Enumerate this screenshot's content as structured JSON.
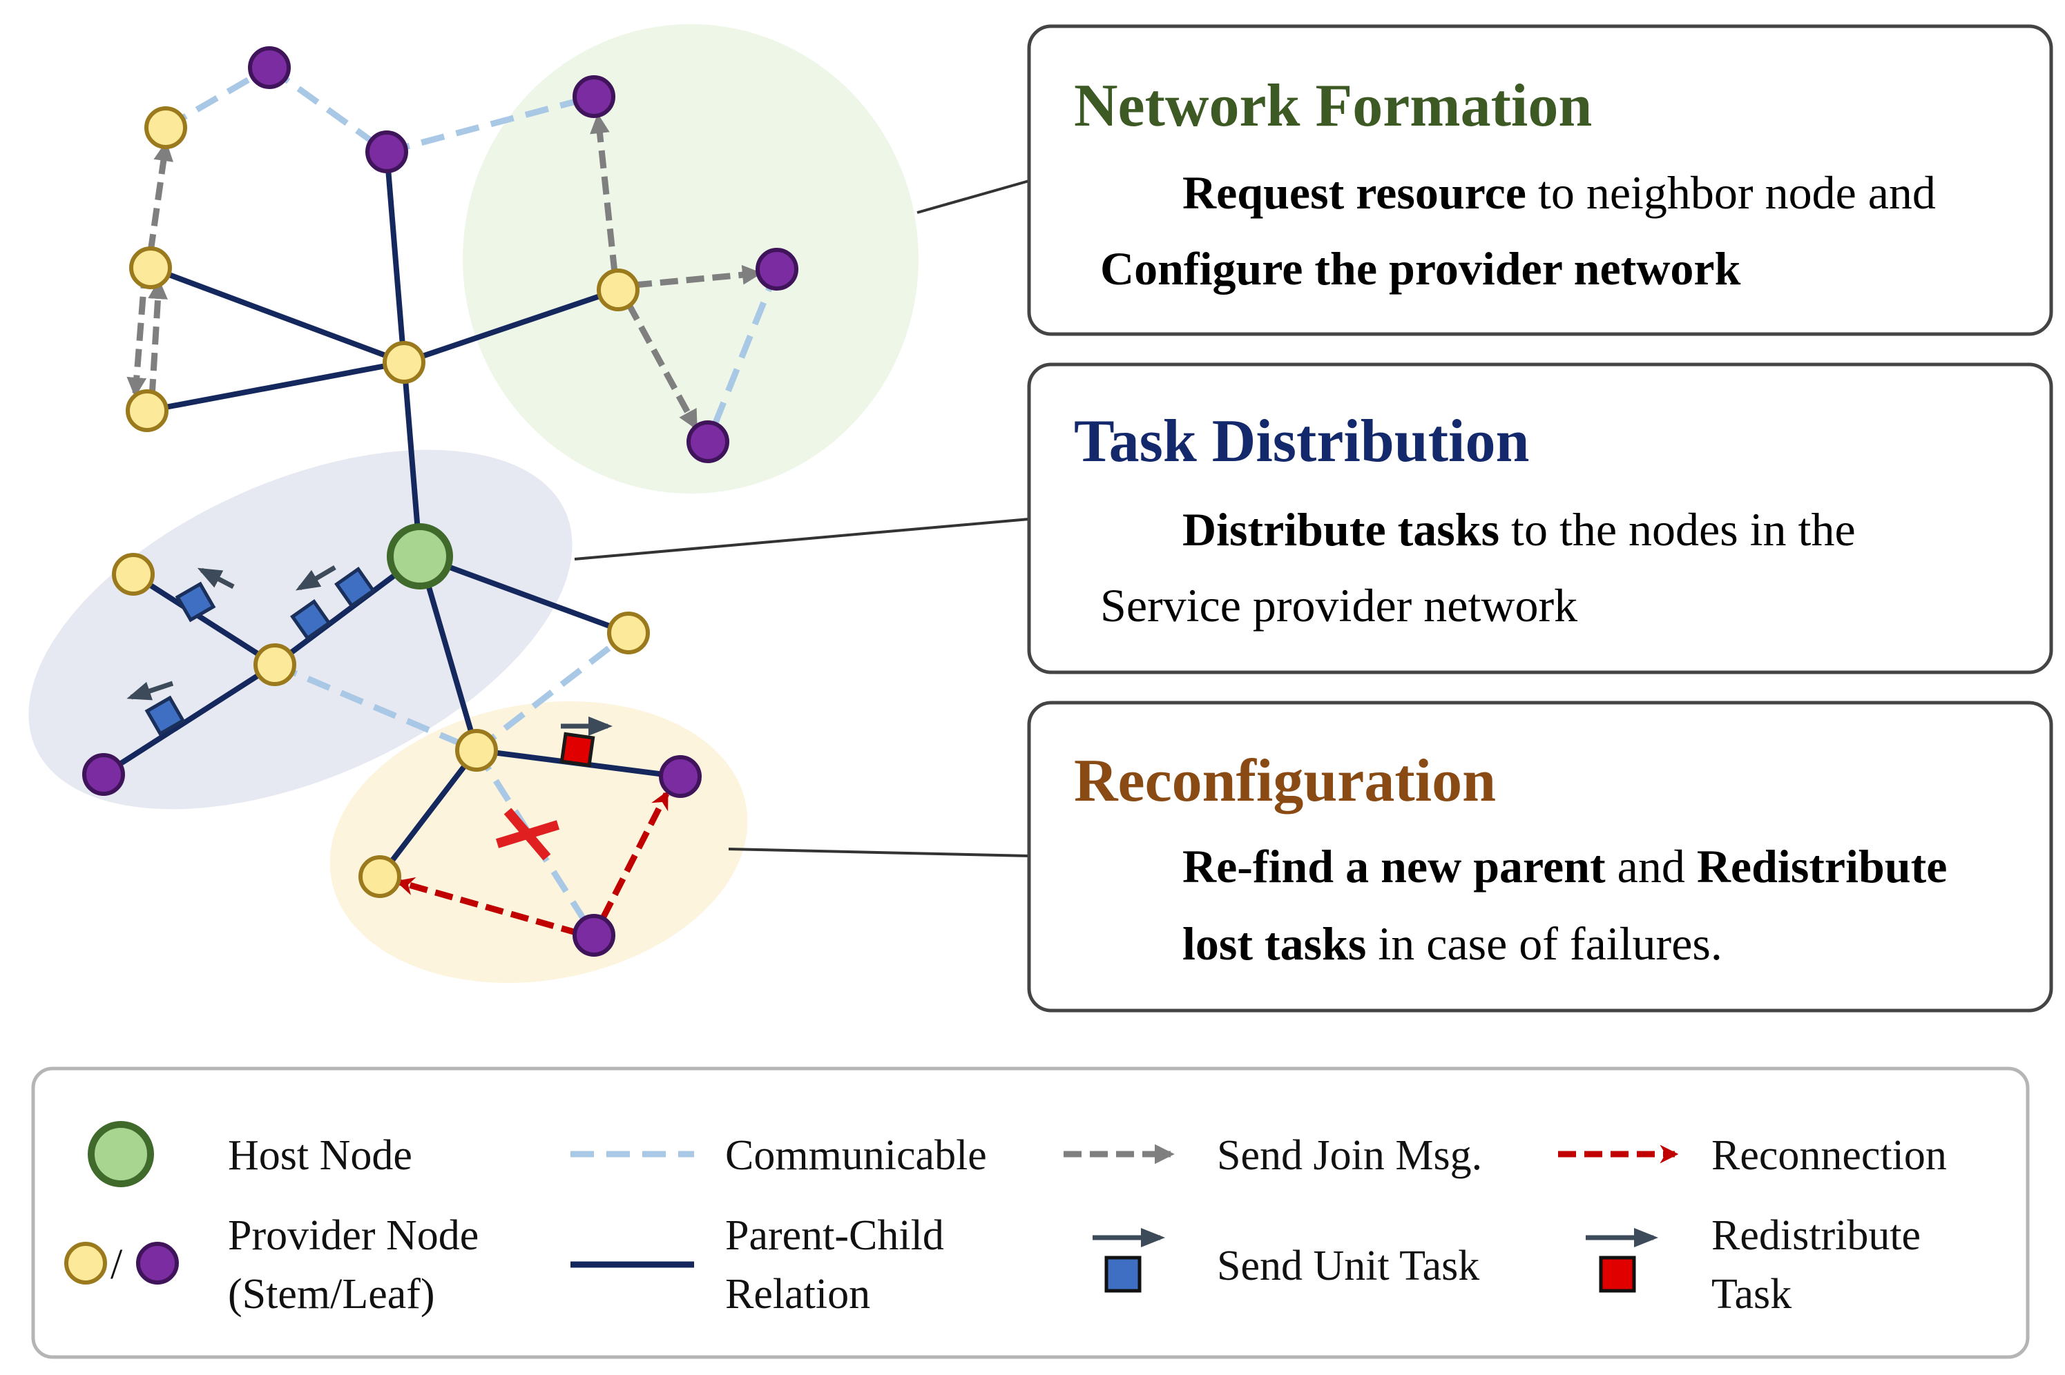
{
  "panels": {
    "network_formation": {
      "title": "Network Formation",
      "title_color": "#3d5a25",
      "line1_bold": "Request resource",
      "line1_rest": " to neighbor node and",
      "line2_bold": "Configure the provider network"
    },
    "task_distribution": {
      "title": "Task Distribution",
      "title_color": "#13296b",
      "line1_bold": "Distribute tasks",
      "line1_rest": " to the nodes in the",
      "line2": "Service provider network"
    },
    "reconfiguration": {
      "title": "Reconfiguration",
      "title_color": "#8a4a14",
      "line1_bold_a": "Re-find a new parent",
      "line1_mid": " and ",
      "line1_bold_b": "Redistribute",
      "line2_bold": "lost tasks",
      "line2_rest": " in case of failures."
    }
  },
  "legend": {
    "host_node": "Host Node",
    "provider_node_line1": "Provider Node",
    "provider_node_line2": "(Stem/Leaf)",
    "provider_separator": "/",
    "communicable": "Communicable",
    "parent_child_line1": "Parent-Child",
    "parent_child_line2": "Relation",
    "send_join": "Send Join Msg.",
    "send_unit_task": "Send Unit Task",
    "reconnection": "Reconnection",
    "redistribute_line1": "Redistribute",
    "redistribute_line2": "Task"
  },
  "colors": {
    "host_fill": "#a8d58f",
    "host_stroke": "#3f6a2b",
    "stem_fill": "#fde99a",
    "stem_stroke": "#9a7a1c",
    "leaf_fill": "#7a2ca0",
    "leaf_stroke": "#3f145a",
    "parent_child": "#14285e",
    "communicable": "#a9c8e6",
    "join_msg": "#7f7f7f",
    "reconnection": "#c00000",
    "unit_task": "#3f6fc2",
    "redistribute_task": "#e00000"
  }
}
